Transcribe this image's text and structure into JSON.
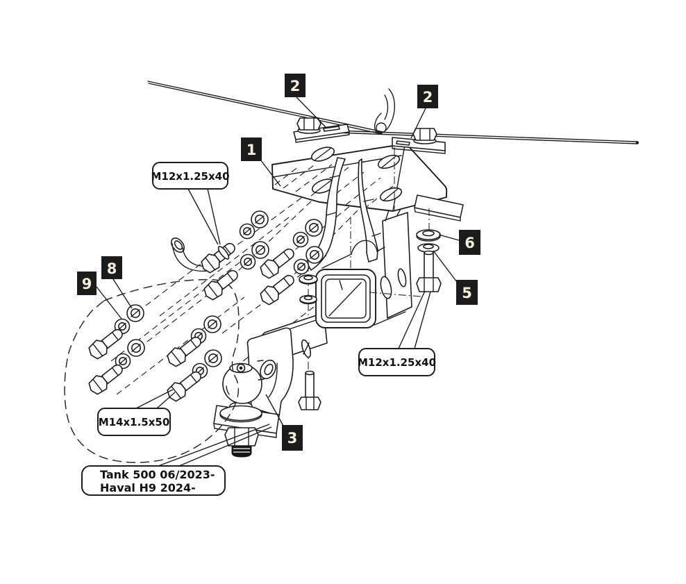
{
  "figure": {
    "type": "exploded-assembly-diagram",
    "subject": "towbar-hitch-installation-scheme",
    "background": "#ffffff",
    "line_color": "#1d1d1d"
  },
  "colors": {
    "badge_bg": "#1c1c1c",
    "badge_text": "#f4efe2",
    "callout_border": "#1d1d1d",
    "callout_bg": "#ffffff"
  },
  "part_badges": {
    "b1": "1",
    "b2_left": "2",
    "b2_right": "2",
    "b3": "3",
    "b5": "5",
    "b6": "6",
    "b8": "8",
    "b9": "9"
  },
  "spec_callouts": {
    "m12_left": "M12x1.25x40",
    "m12_right": "M12x1.25x40",
    "m14": "M14x1.5x50"
  },
  "vehicle_note": {
    "line1": "Tank 500  06/2023-",
    "line2": "Haval H9  2024-"
  }
}
